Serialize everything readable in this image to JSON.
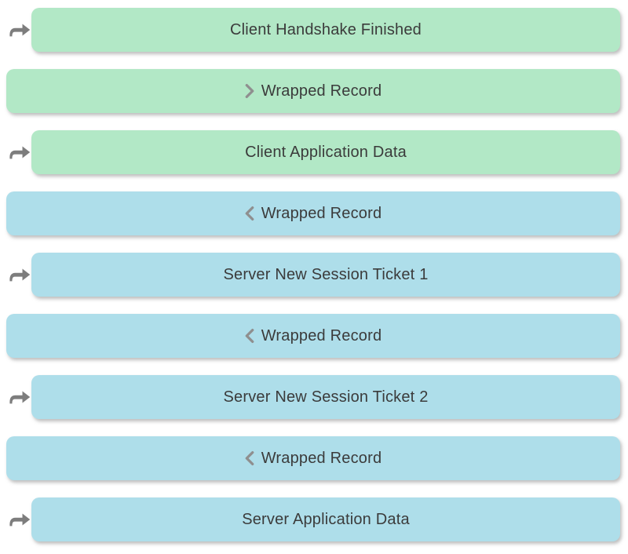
{
  "page": {
    "background": "#ffffff",
    "description_title": "TLS record sequence diagram"
  },
  "colors": {
    "client_row": "#b2e8c6",
    "server_row": "#aedeea",
    "arrow": "#7d7d7d",
    "chevron": "#8f8f8f",
    "label_text": "#3b3b3b"
  },
  "rows": [
    {
      "label": "Client Handshake Finished",
      "side": "client",
      "indent": true,
      "icon": "curved-right-arrow-icon"
    },
    {
      "label": "Wrapped Record",
      "side": "client",
      "indent": false,
      "icon": "chevron-right-icon"
    },
    {
      "label": "Client Application Data",
      "side": "client",
      "indent": true,
      "icon": "curved-right-arrow-icon"
    },
    {
      "label": "Wrapped Record",
      "side": "server",
      "indent": false,
      "icon": "chevron-left-icon"
    },
    {
      "label": "Server New Session Ticket 1",
      "side": "server",
      "indent": true,
      "icon": "curved-right-arrow-icon"
    },
    {
      "label": "Wrapped Record",
      "side": "server",
      "indent": false,
      "icon": "chevron-left-icon"
    },
    {
      "label": "Server New Session Ticket 2",
      "side": "server",
      "indent": true,
      "icon": "curved-right-arrow-icon"
    },
    {
      "label": "Wrapped Record",
      "side": "server",
      "indent": false,
      "icon": "chevron-left-icon"
    },
    {
      "label": "Server Application Data",
      "side": "server",
      "indent": true,
      "icon": "curved-right-arrow-icon"
    }
  ]
}
